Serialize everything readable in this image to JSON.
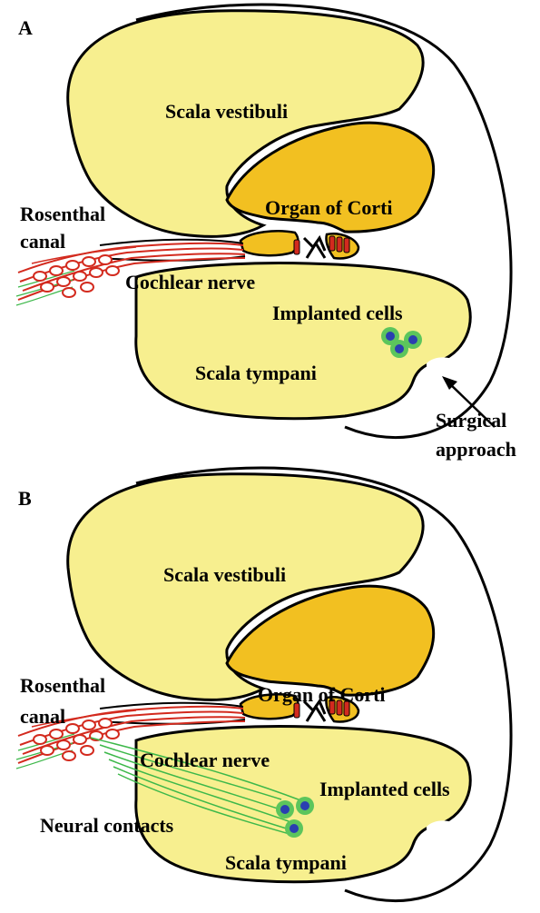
{
  "panels": [
    {
      "letter": "A",
      "labels": {
        "scala_vestibuli": "Scala vestibuli",
        "organ_of_corti": "Organ of Corti",
        "rosenthal_line1": "Rosenthal",
        "rosenthal_line2": "canal",
        "cochlear_nerve": "Cochlear nerve",
        "implanted_cells": "Implanted cells",
        "scala_tympani": "Scala tympani",
        "surgical_line1": "Surgical",
        "surgical_line2": "approach"
      }
    },
    {
      "letter": "B",
      "labels": {
        "scala_vestibuli": "Scala vestibuli",
        "organ_of_corti": "Organ of Corti",
        "rosenthal_line1": "Rosenthal",
        "rosenthal_line2": "canal",
        "cochlear_nerve": "Cochlear nerve",
        "implanted_cells": "Implanted cells",
        "neural_contacts": "Neural contacts",
        "scala_tympani": "Scala tympani"
      }
    }
  ],
  "colors": {
    "scala_fill": "#f7ef8f",
    "corti_fill": "#f2c021",
    "outline": "#000000",
    "nerve_red": "#d32a1e",
    "neural_green": "#3db84a",
    "cell_green": "#5cc55c",
    "cell_nucleus": "#2a3fb0"
  }
}
